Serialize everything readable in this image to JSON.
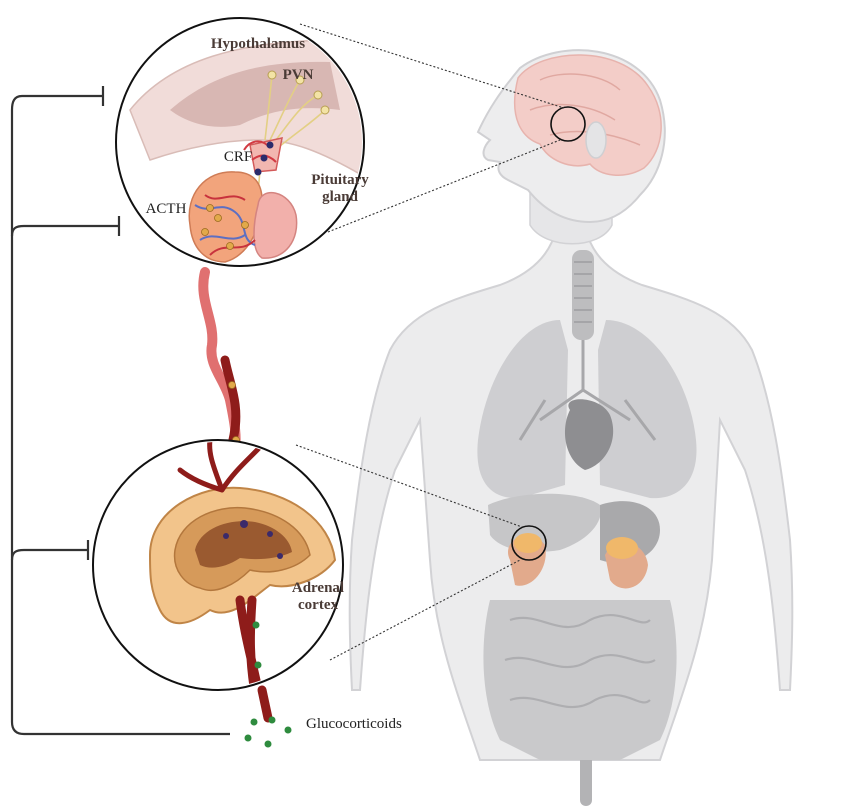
{
  "labels": {
    "hypothalamus": "Hypothalamus",
    "pvn": "PVN",
    "crf": "CRF",
    "pituitary_line1": "Pituitary",
    "pituitary_line2": "gland",
    "acth": "ACTH",
    "adrenal_line1": "Adrenal",
    "adrenal_line2": "cortex",
    "glucocorticoids": "Glucocorticoids"
  },
  "colors": {
    "body": "#e9e9ea",
    "body_outline": "#cfcfd2",
    "brain": "#f2c9c4",
    "organ_gray": "#b8b8ba",
    "vessel": "#8e1c1a",
    "adrenal": "#e8a35c",
    "glucocorticoid_dot": "#2e8b3e",
    "feedback_line": "#333333"
  }
}
